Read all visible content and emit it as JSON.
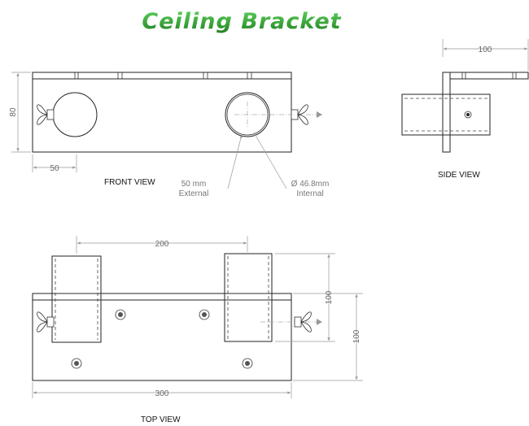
{
  "title": "Ceiling Bracket",
  "colors": {
    "title_green": "#2e9a2e",
    "line": "#222222",
    "dimension": "#999999"
  },
  "views": {
    "front": "FRONT VIEW",
    "side": "SIDE VIEW",
    "top": "TOP VIEW"
  },
  "dimensions": {
    "front_height": "80",
    "front_offset": "50",
    "side_width": "100",
    "top_spacing": "200",
    "top_tube_length": "100",
    "top_depth": "100",
    "top_length": "300"
  },
  "callouts": {
    "external_value": "50 mm",
    "external_label": "External",
    "internal_value": "Ø 46.8mm",
    "internal_label": "Internal"
  }
}
